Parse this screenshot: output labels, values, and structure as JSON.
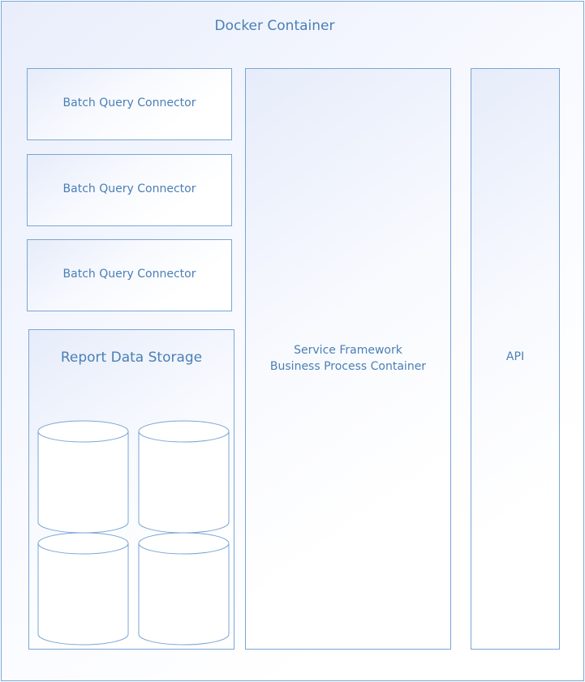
{
  "docker": {
    "title": "Docker Container"
  },
  "connectors": [
    {
      "label": "Batch Query Connector"
    },
    {
      "label": "Batch Query Connector"
    },
    {
      "label": "Batch Query Connector"
    }
  ],
  "storage": {
    "title": "Report Data Storage",
    "database_count": 4
  },
  "service": {
    "label": "Service Framework\nBusiness Process Container"
  },
  "api": {
    "label": "API"
  },
  "colors": {
    "stroke": "#7aa6d4",
    "text": "#4a7fb5",
    "gradient_start": "#e6ecfa"
  }
}
